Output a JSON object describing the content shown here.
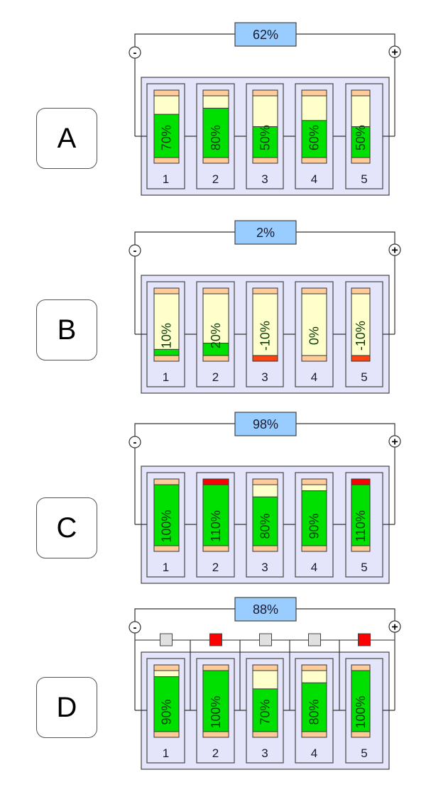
{
  "colors": {
    "wire": "#333333",
    "container_fill": "#e4e4fa",
    "pack_label_fill": "#99ccff",
    "cap": "#ffcc99",
    "empty": "#ffffcc",
    "charge": "#00e000",
    "negative": "#ff4411",
    "overcharge": "#ff0000",
    "resistor_idle": "#e0e0e0",
    "resistor_active": "#ff0000"
  },
  "panels": [
    {
      "id": "A",
      "letter": "A",
      "pack_label": "62%",
      "minus_symbol": "-",
      "plus_symbol": "+",
      "balancer": false,
      "cells": [
        {
          "number": "1",
          "charge": 70,
          "label": "70%"
        },
        {
          "number": "2",
          "charge": 80,
          "label": "80%"
        },
        {
          "number": "3",
          "charge": 50,
          "label": "50%"
        },
        {
          "number": "4",
          "charge": 60,
          "label": "60%"
        },
        {
          "number": "5",
          "charge": 50,
          "label": "50%"
        }
      ]
    },
    {
      "id": "B",
      "letter": "B",
      "pack_label": "2%",
      "minus_symbol": "-",
      "plus_symbol": "+",
      "balancer": false,
      "cells": [
        {
          "number": "1",
          "charge": 10,
          "label": "10%"
        },
        {
          "number": "2",
          "charge": 20,
          "label": "20%"
        },
        {
          "number": "3",
          "charge": -10,
          "label": "-10%"
        },
        {
          "number": "4",
          "charge": 0,
          "label": "0%"
        },
        {
          "number": "5",
          "charge": -10,
          "label": "-10%"
        }
      ]
    },
    {
      "id": "C",
      "letter": "C",
      "pack_label": "98%",
      "minus_symbol": "-",
      "plus_symbol": "+",
      "balancer": false,
      "cells": [
        {
          "number": "1",
          "charge": 100,
          "label": "100%"
        },
        {
          "number": "2",
          "charge": 110,
          "label": "110%"
        },
        {
          "number": "3",
          "charge": 80,
          "label": "80%"
        },
        {
          "number": "4",
          "charge": 90,
          "label": "90%"
        },
        {
          "number": "5",
          "charge": 110,
          "label": "110%"
        }
      ]
    },
    {
      "id": "D",
      "letter": "D",
      "pack_label": "88%",
      "minus_symbol": "-",
      "plus_symbol": "+",
      "balancer": true,
      "balancer_active": [
        false,
        true,
        false,
        false,
        true
      ],
      "cells": [
        {
          "number": "1",
          "charge": 90,
          "label": "90%"
        },
        {
          "number": "2",
          "charge": 100,
          "label": "100%"
        },
        {
          "number": "3",
          "charge": 70,
          "label": "70%"
        },
        {
          "number": "4",
          "charge": 80,
          "label": "80%"
        },
        {
          "number": "5",
          "charge": 100,
          "label": "100%"
        }
      ]
    }
  ]
}
